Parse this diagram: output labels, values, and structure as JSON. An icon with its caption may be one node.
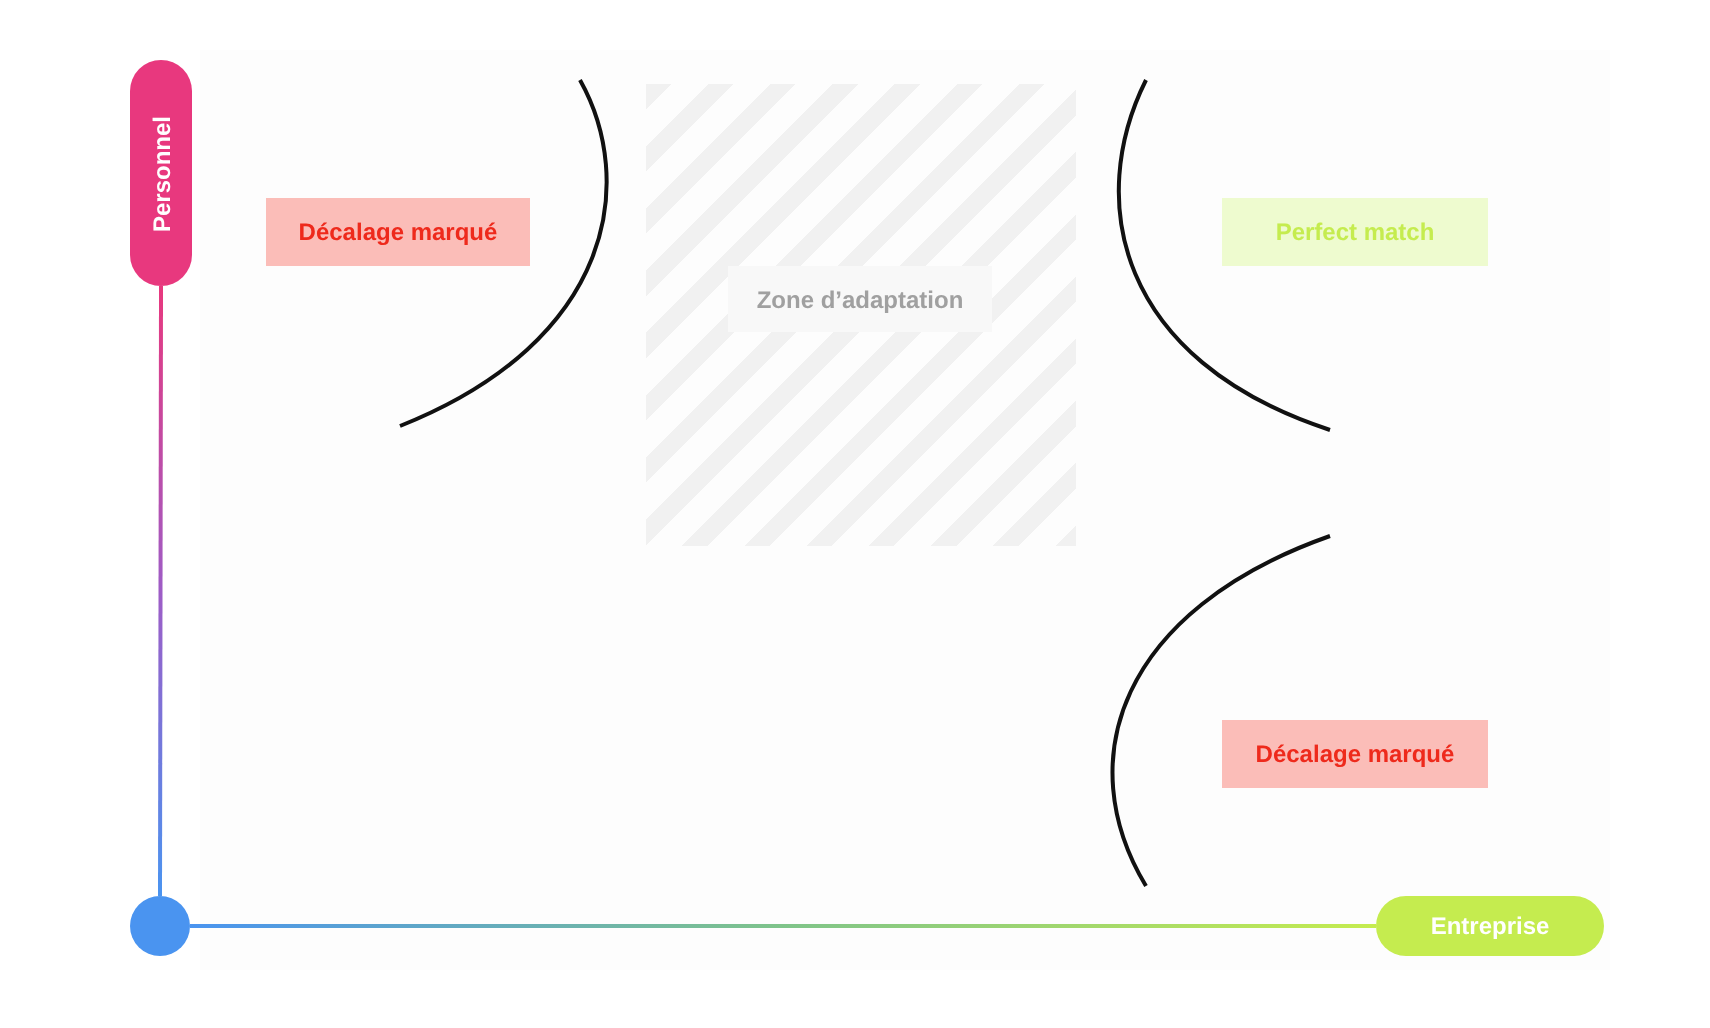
{
  "diagram": {
    "nodes": [
      {
        "text": [
          "Personnel"
        ]
      },
      {
        "text": [],
        "shape": "circle"
      },
      {
        "text": [
          "Entreprise"
        ]
      },
      {
        "text": [
          "Décalage marqué"
        ]
      },
      {
        "text": [
          "Zone d’adaptation"
        ]
      },
      {
        "text": [
          "Perfect match"
        ]
      },
      {
        "text": [
          "Décalage marqué"
        ]
      }
    ],
    "edges": [
      {
        "from": 1,
        "to": 0,
        "arrow": "none"
      },
      {
        "from": 1,
        "to": 2,
        "arrow": "none"
      }
    ]
  }
}
